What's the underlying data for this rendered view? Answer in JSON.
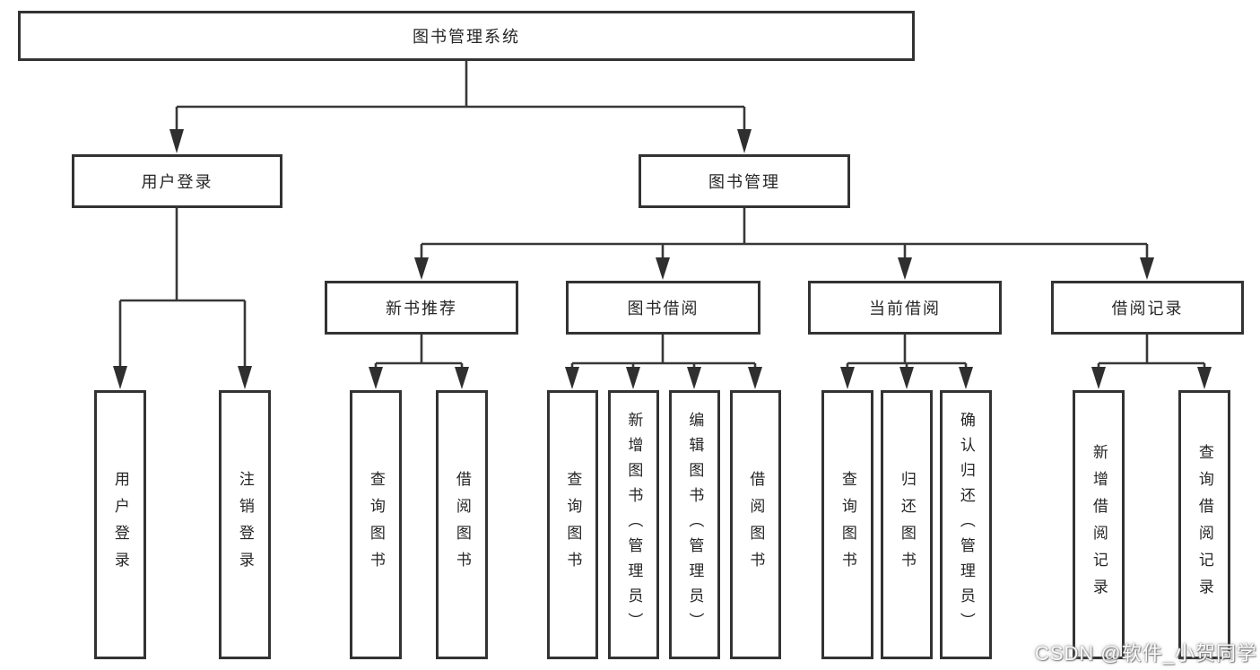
{
  "diagram_title": "图书管理系统",
  "watermark": "CSDN @软件_小贺同学",
  "colors": {
    "line": "#383838",
    "box_border": "#333333",
    "text": "#262626",
    "background": "#ffffff",
    "watermark_text": "#fdfdfd"
  },
  "nodes": {
    "root": "图书管理系统",
    "level2": [
      "用户登录",
      "图书管理"
    ],
    "level3": [
      "新书推荐",
      "图书借阅",
      "当前借阅",
      "借阅记录"
    ],
    "leaves_user": [
      "用户登录",
      "注销登录"
    ],
    "leaves_recommend": [
      "查询图书",
      "借阅图书"
    ],
    "leaves_borrow": [
      "查询图书",
      "新增图书（管理员）",
      "编辑图书（管理员）",
      "借阅图书"
    ],
    "leaves_current": [
      "查询图书",
      "归还图书",
      "确认归还（管理员）"
    ],
    "leaves_records": [
      "新增借阅记录",
      "查询借阅记录"
    ]
  }
}
